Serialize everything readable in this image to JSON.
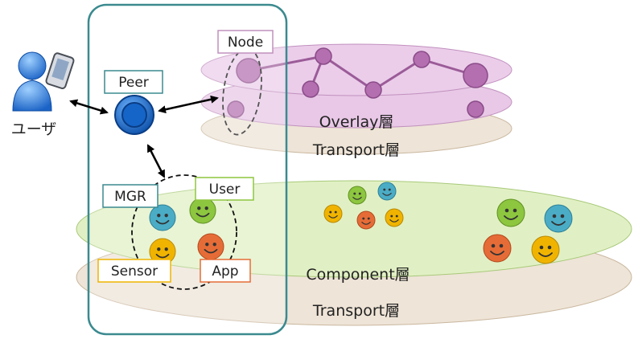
{
  "user": {
    "label": "ユーザ"
  },
  "labels": {
    "peer": "Peer",
    "node": "Node",
    "mgr": "MGR",
    "user": "User",
    "sensor": "Sensor",
    "app": "App"
  },
  "layers": {
    "overlay": "Overlay層",
    "transport_top": "Transport層",
    "component": "Component層",
    "transport_bottom": "Transport層"
  },
  "colors": {
    "peer_box_border": "#3b8a8f",
    "overlay_fill": "#e8c8e6",
    "overlay_node": "#b46fb0",
    "transport_fill": "#eee4d7",
    "component_fill": "#e1f0c4",
    "face_green": "#8dc63f",
    "face_blue": "#4bacc6",
    "face_orange": "#e66c37",
    "face_yellow": "#f0b400",
    "peer_blue": "#1f6fd1"
  },
  "icons": [
    "user-icon",
    "phone-icon",
    "peer-icon",
    "smiley-icon"
  ]
}
